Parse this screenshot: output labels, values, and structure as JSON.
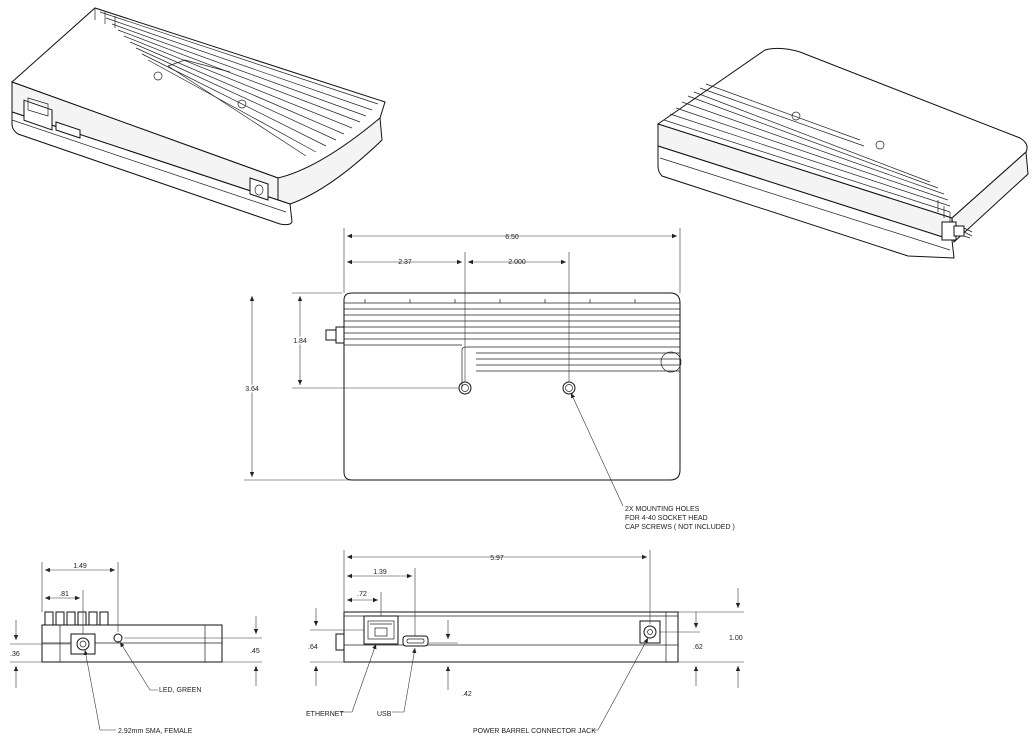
{
  "views": {
    "top": {
      "dims": {
        "overall_width": "6.50",
        "hole1_x": "2.37",
        "hole_spacing": "2.000",
        "hole_y": "1.84",
        "overall_height": "3.64"
      },
      "note": [
        "2X MOUNTING HOLES",
        "FOR 4-40 SOCKET HEAD",
        "CAP SCREWS ( NOT INCLUDED )"
      ]
    },
    "left_end": {
      "dims": {
        "width": "1.49",
        "offset": ".81",
        "height_left": ".36",
        "height_right": ".45"
      },
      "callouts": {
        "led": "LED, GREEN",
        "sma": "2.92mm SMA, FEMALE"
      }
    },
    "front": {
      "dims": {
        "overall": "5.97",
        "ethernet_x": "1.39",
        "usb_x": ".72",
        "left_height": ".64",
        "usb_height": ".42",
        "barrel_height": ".62",
        "total_height": "1.00"
      },
      "callouts": {
        "ethernet": "ETHERNET",
        "usb": "USB",
        "barrel": "POWER BARREL CONNECTOR JACK"
      }
    }
  }
}
